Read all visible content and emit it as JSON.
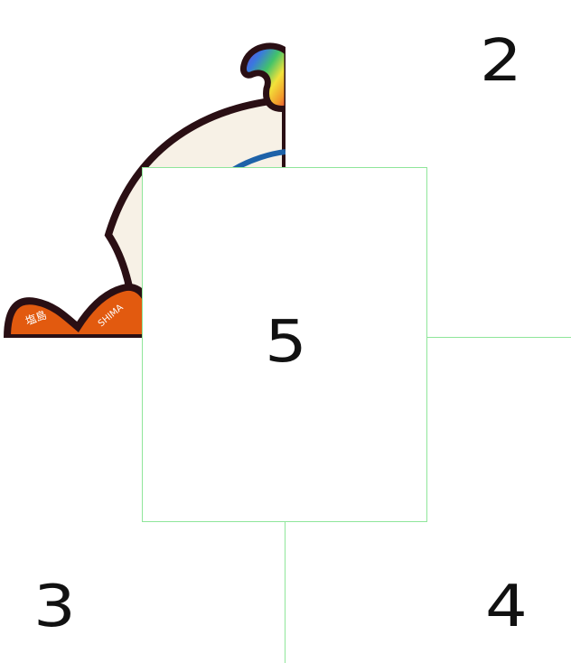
{
  "puzzle": {
    "tiles": [
      {
        "label": "2"
      },
      {
        "label": "3"
      },
      {
        "label": "4"
      },
      {
        "label": "5"
      }
    ]
  },
  "colors": {
    "grid_line": "#8fe69a",
    "mascot_orange": "#e25a0f",
    "mascot_outline": "#2a0f14",
    "mascot_body": "#f7f1e6",
    "mascot_blue": "#1e62a8"
  },
  "icons": {
    "image_piece": "mascot-image-fragment"
  }
}
